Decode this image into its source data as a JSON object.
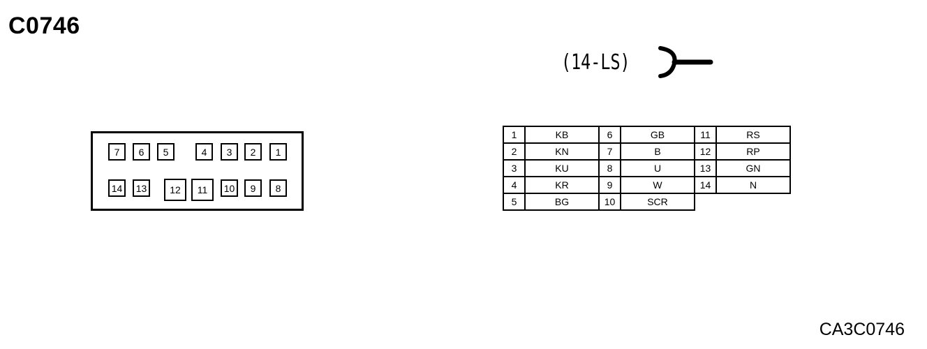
{
  "diagram": {
    "title": "C0746",
    "connector_type": "(14-LS)",
    "code": "CA3C0746",
    "face_pins": {
      "row1": [
        "7",
        "6",
        "5",
        "4",
        "3",
        "2",
        "1"
      ],
      "row2": [
        "14",
        "13",
        "12",
        "11",
        "10",
        "9",
        "8"
      ]
    },
    "pinout_rows": [
      [
        {
          "pin": "1",
          "color": "KB"
        },
        {
          "pin": "6",
          "color": "GB"
        },
        {
          "pin": "11",
          "color": "RS"
        }
      ],
      [
        {
          "pin": "2",
          "color": "KN"
        },
        {
          "pin": "7",
          "color": "B"
        },
        {
          "pin": "12",
          "color": "RP"
        }
      ],
      [
        {
          "pin": "3",
          "color": "KU"
        },
        {
          "pin": "8",
          "color": "U"
        },
        {
          "pin": "13",
          "color": "GN"
        }
      ],
      [
        {
          "pin": "4",
          "color": "KR"
        },
        {
          "pin": "9",
          "color": "W"
        },
        {
          "pin": "14",
          "color": "N"
        }
      ],
      [
        {
          "pin": "5",
          "color": "BG"
        },
        {
          "pin": "10",
          "color": "SCR"
        },
        null
      ]
    ],
    "icons": {
      "connector": "plug-connector-icon"
    }
  }
}
